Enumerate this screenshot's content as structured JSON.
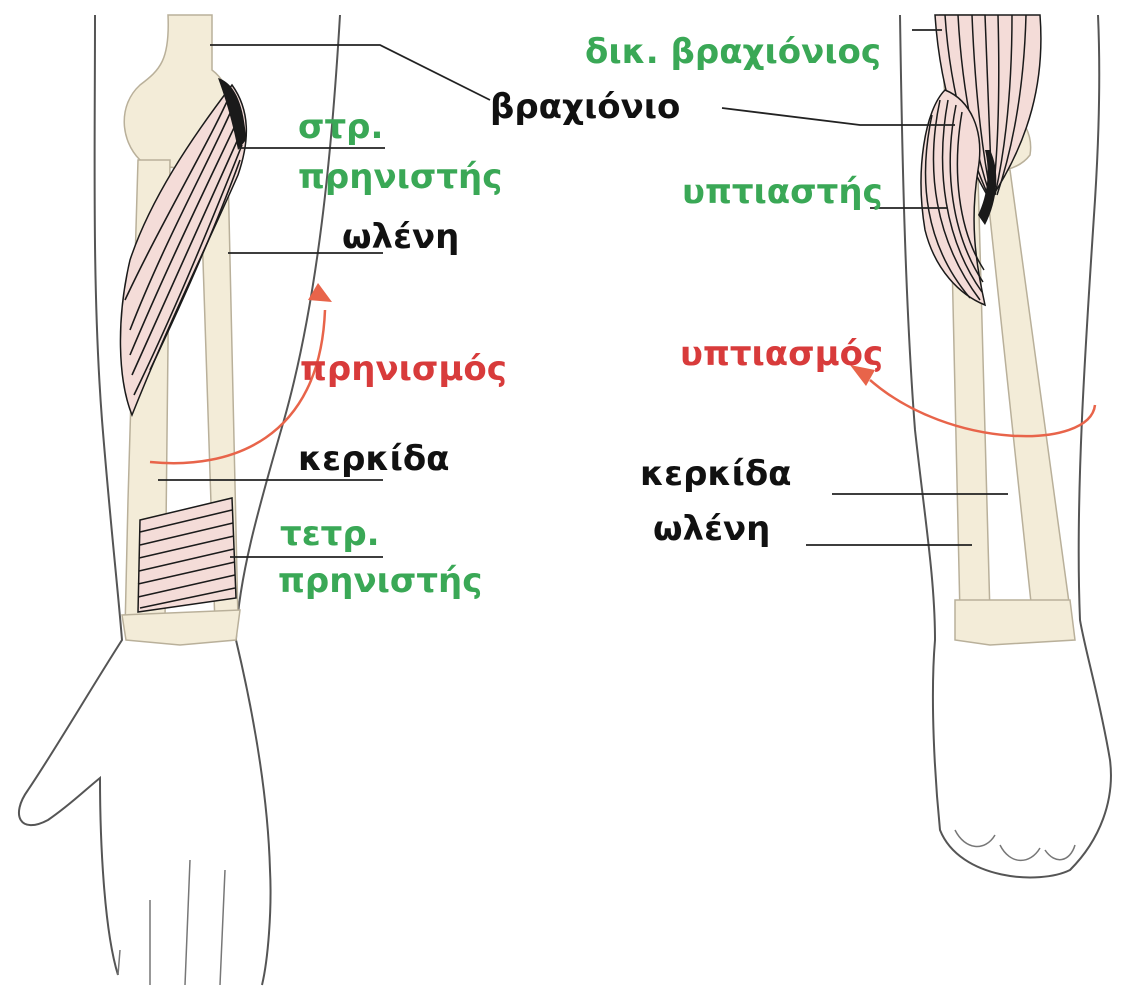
{
  "colors": {
    "muscle_label": "#3aa856",
    "bone_label": "#111111",
    "motion_label": "#d83b3b",
    "arrow": "#e8644a",
    "bone_fill": "#f3ecd8",
    "muscle_fill": "#f4dcd8",
    "muscle_stripe": "#1a1a1a",
    "outline": "#555555"
  },
  "left_panel": {
    "humerus": "βραχιόνιο",
    "pronator_teres_line1": "στρ.",
    "pronator_teres_line2": "πρηνιστής",
    "ulna": "ωλένη",
    "motion": "πρηνισμός",
    "radius": "κερκίδα",
    "pronator_quadratus_line1": "τετρ.",
    "pronator_quadratus_line2": "πρηνιστής"
  },
  "right_panel": {
    "biceps": "δικ. βραχιόνιος",
    "supinator": "υπτιαστής",
    "motion": "υπτιασμός",
    "radius": "κερκίδα",
    "ulna": "ωλένη"
  }
}
